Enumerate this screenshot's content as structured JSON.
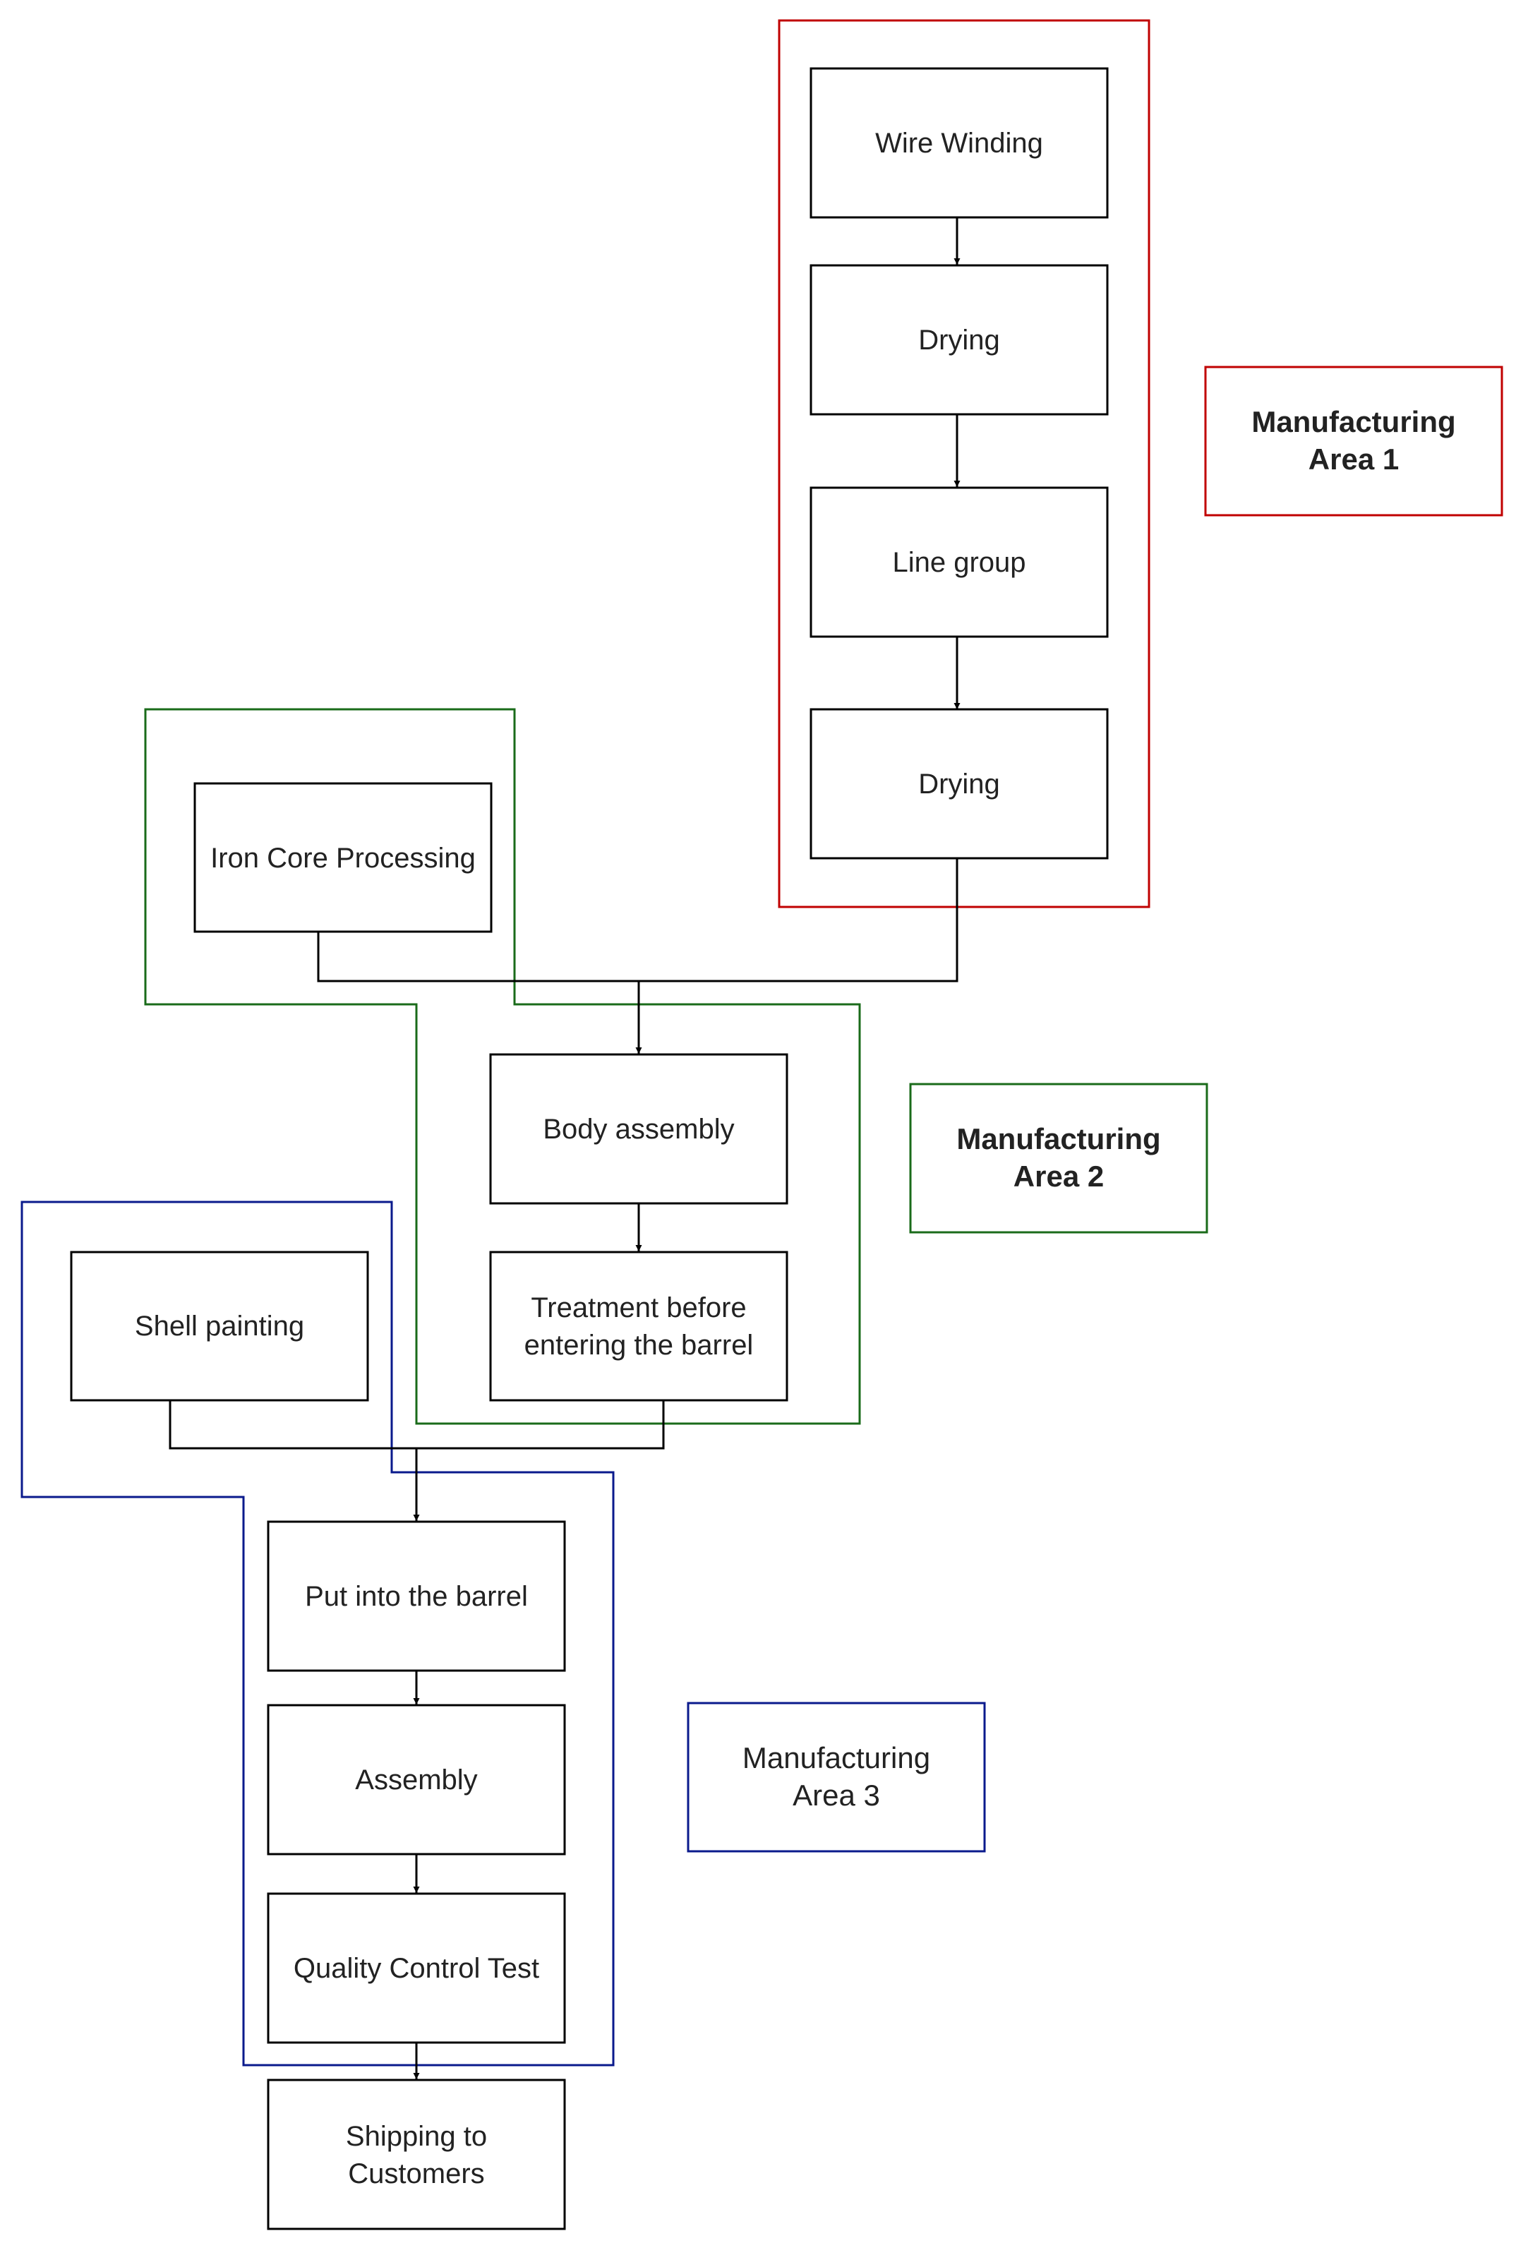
{
  "colors": {
    "area1": "#c00000",
    "area2": "#1a6b1a",
    "area3": "#0a1a8c",
    "box_stroke": "#000000",
    "text": "#222222"
  },
  "areas": {
    "area1": {
      "label_line1": "Manufacturing",
      "label_line2": "Area 1"
    },
    "area2": {
      "label_line1": "Manufacturing",
      "label_line2": "Area 2"
    },
    "area3": {
      "label_line1": "Manufacturing",
      "label_line2": "Area 3"
    }
  },
  "steps": {
    "wire_winding": {
      "line1": "Wire Winding"
    },
    "drying_1": {
      "line1": "Drying"
    },
    "line_group": {
      "line1": "Line group"
    },
    "drying_2": {
      "line1": "Drying"
    },
    "iron_core": {
      "line1": "Iron Core Processing"
    },
    "body_assembly": {
      "line1": "Body assembly"
    },
    "treatment": {
      "line1": "Treatment before",
      "line2": "entering the barrel"
    },
    "shell_painting": {
      "line1": "Shell painting"
    },
    "put_into_barrel": {
      "line1": "Put into the barrel"
    },
    "assembly": {
      "line1": "Assembly"
    },
    "quality_control": {
      "line1": "Quality Control Test"
    },
    "shipping": {
      "line1": "Shipping to",
      "line2": "Customers"
    }
  }
}
